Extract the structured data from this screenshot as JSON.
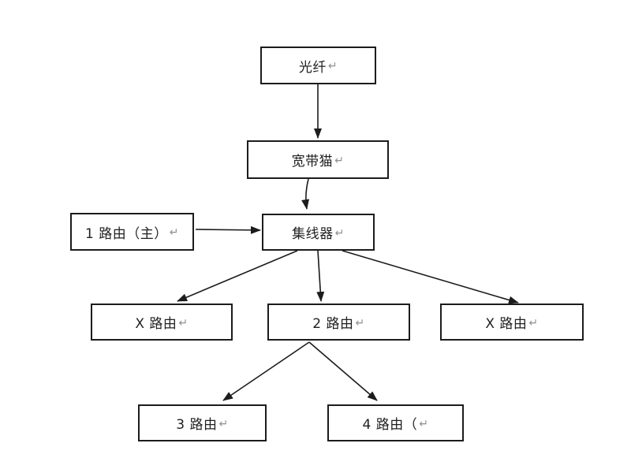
{
  "diagram": {
    "type": "flowchart",
    "description": "Home network topology flowchart",
    "return_mark": "↵",
    "colors": {
      "background": "#ffffff",
      "border": "#1c1c1c",
      "line": "#1c1c1c",
      "text": "#1f1f1f",
      "return_mark": "#8f8f8f"
    },
    "nodes": [
      {
        "id": "fiber",
        "label": "光纤"
      },
      {
        "id": "modem",
        "label": "宽带猫"
      },
      {
        "id": "hub",
        "label": "集线器"
      },
      {
        "id": "router-1-main",
        "label": "1 路由（主）"
      },
      {
        "id": "router-x-left",
        "label": "X 路由"
      },
      {
        "id": "router-2",
        "label": "2 路由"
      },
      {
        "id": "router-x-right",
        "label": "X 路由"
      },
      {
        "id": "router-3",
        "label": "3 路由"
      },
      {
        "id": "router-4",
        "label": "4 路由（"
      }
    ],
    "edges": [
      {
        "from": "fiber",
        "to": "modem"
      },
      {
        "from": "modem",
        "to": "hub"
      },
      {
        "from": "router-1-main",
        "to": "hub"
      },
      {
        "from": "hub",
        "to": "router-x-left"
      },
      {
        "from": "hub",
        "to": "router-2"
      },
      {
        "from": "hub",
        "to": "router-x-right"
      },
      {
        "from": "router-2",
        "to": "router-3"
      },
      {
        "from": "router-2",
        "to": "router-4"
      }
    ]
  }
}
